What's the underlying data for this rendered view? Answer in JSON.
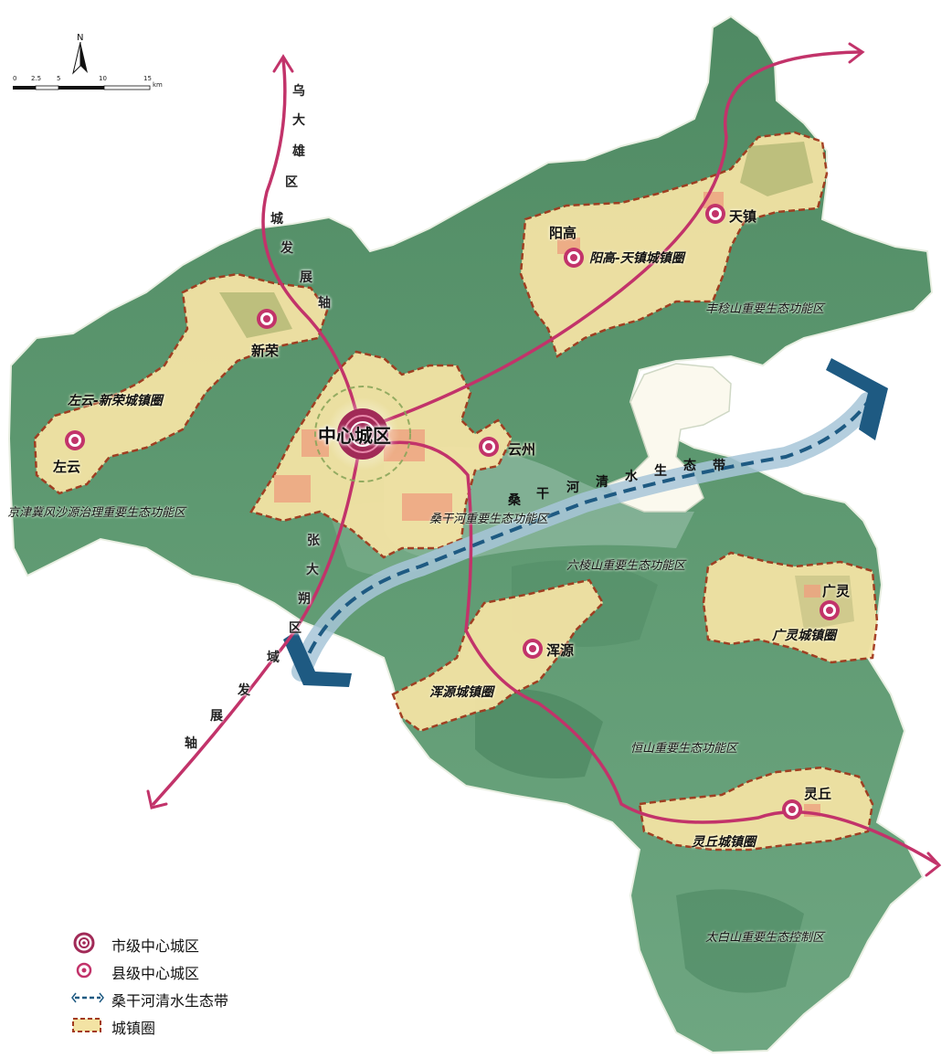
{
  "north": {
    "label": "N"
  },
  "scale": {
    "ticks": [
      "0",
      "2.5",
      "5",
      "10",
      "15"
    ],
    "unit": "km"
  },
  "center_city": {
    "label": "中心城区"
  },
  "county_centers": [
    {
      "label": "阳高"
    },
    {
      "label": "天镇"
    },
    {
      "label": "新荣"
    },
    {
      "label": "左云"
    },
    {
      "label": "云州"
    },
    {
      "label": "浑源"
    },
    {
      "label": "广灵"
    },
    {
      "label": "灵丘"
    }
  ],
  "town_circles": [
    {
      "label": "阳高-天镇城镇圈"
    },
    {
      "label": "左云-新荣城镇圈"
    },
    {
      "label": "浑源城镇圈"
    },
    {
      "label": "广灵城镇圈"
    },
    {
      "label": "灵丘城镇圈"
    }
  ],
  "eco_zones": [
    {
      "label": "丰稔山重要生态功能区"
    },
    {
      "label": "京津冀风沙源治理重要生态功能区"
    },
    {
      "label": "桑干河重要生态功能区"
    },
    {
      "label": "六棱山重要生态功能区"
    },
    {
      "label": "恒山重要生态功能区"
    },
    {
      "label": "太白山重要生态控制区"
    }
  ],
  "axes": {
    "north": [
      "乌",
      "大",
      "雄",
      "区",
      "城",
      "发",
      "展",
      "轴"
    ],
    "south": [
      "张",
      "大",
      "朔",
      "区",
      "域",
      "发",
      "展",
      "轴"
    ]
  },
  "belt_label": [
    "桑",
    "干",
    "河",
    "清",
    "水",
    "生",
    "态",
    "带"
  ],
  "legend": [
    {
      "label": "市级中心城区"
    },
    {
      "label": "县级中心城区"
    },
    {
      "label": "桑干河清水生态带"
    },
    {
      "label": "城镇圈"
    }
  ],
  "colors": {
    "terrain": "#5f9a72",
    "terrain_light": "#a9c79a",
    "town_fill": "#f3e3a4",
    "town_border": "#a33a1e",
    "axis": "#c2336a",
    "belt": "#1e5a82",
    "belt_glow": "#a7c6d8",
    "center": "#a12a57"
  }
}
